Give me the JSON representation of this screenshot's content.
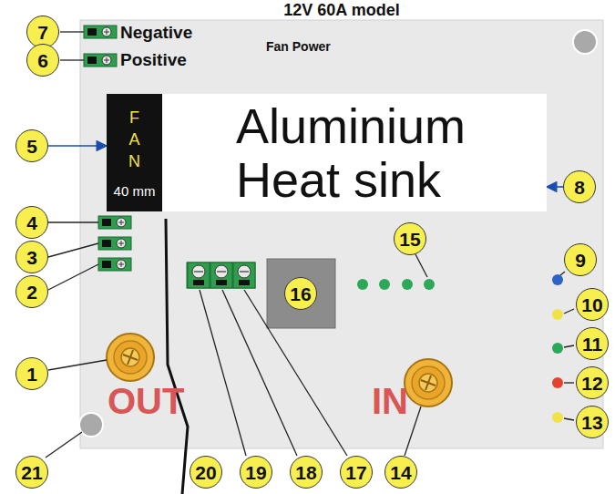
{
  "diagram": {
    "title": "12V 60A model",
    "nodes": [
      {
        "text": [
          "7"
        ]
      },
      {
        "text": [
          "6"
        ]
      },
      {
        "text": [
          "5"
        ]
      },
      {
        "text": [
          "FAN",
          "40 mm"
        ]
      },
      {
        "text": [
          "Aluminium Heat sink"
        ]
      },
      {
        "text": [
          "8"
        ]
      },
      {
        "text": [
          "15"
        ]
      },
      {
        "text": [
          "4"
        ]
      },
      {
        "text": [
          "9"
        ]
      },
      {
        "text": [
          "3"
        ]
      },
      {
        "text": [
          "10"
        ]
      },
      {
        "text": [
          "2"
        ]
      },
      {
        "text": [
          "16"
        ]
      },
      {
        "text": [
          "11"
        ]
      },
      {
        "text": [
          "1"
        ]
      },
      {
        "text": [
          "14"
        ]
      },
      {
        "text": [
          "12"
        ]
      },
      {
        "text": [
          "13"
        ]
      },
      {
        "text": [
          "21"
        ]
      },
      {
        "text": [
          "20"
        ]
      },
      {
        "text": [
          "19"
        ]
      },
      {
        "text": [
          "18"
        ]
      },
      {
        "text": [
          "17"
        ]
      }
    ],
    "edges": [
      {
        "from": 2,
        "to": 3,
        "arrow": "to"
      },
      {
        "from": 5,
        "to": 4,
        "arrow": "to"
      }
    ],
    "labels": [
      "Negative",
      "Positive",
      "Fan Power",
      "OUT",
      "IN"
    ]
  }
}
